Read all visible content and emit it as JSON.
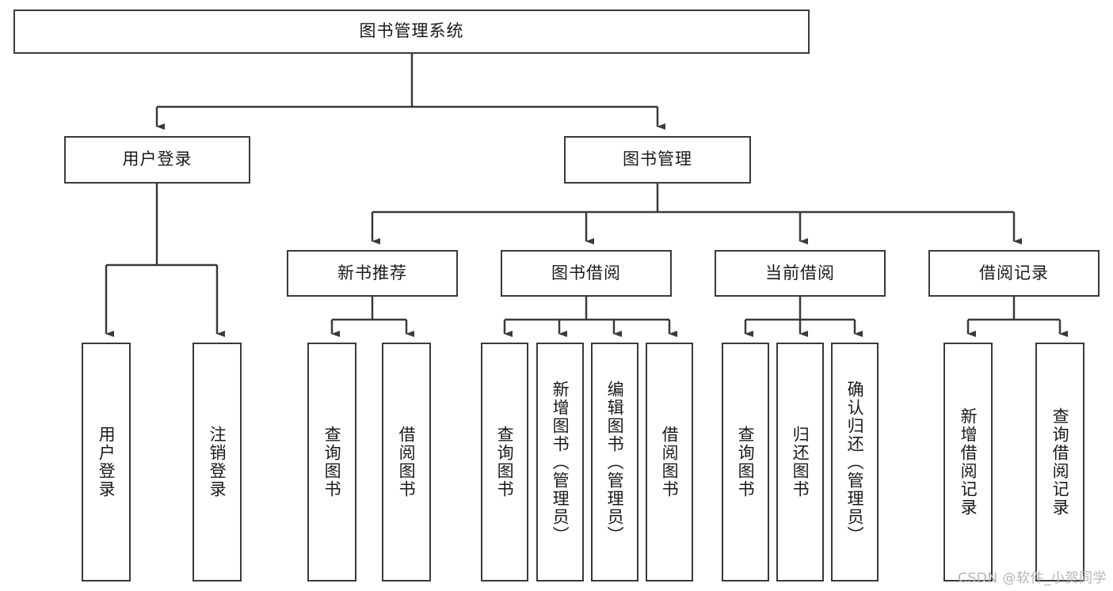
{
  "diagram": {
    "type": "tree-hierarchy-chart",
    "title": "图书管理系统",
    "stroke_color": "#3a3a3a",
    "fill_color": "#ffffff",
    "text_color": "#1a1a1a",
    "levels": {
      "root": {
        "label": "图书管理系统"
      },
      "level2": [
        {
          "id": "user-login",
          "label": "用户登录"
        },
        {
          "id": "book-manage",
          "label": "图书管理"
        }
      ],
      "level3": [
        {
          "id": "new-book-rec",
          "label": "新书推荐",
          "parent": "book-manage"
        },
        {
          "id": "book-borrow",
          "label": "图书借阅",
          "parent": "book-manage"
        },
        {
          "id": "current-borrow",
          "label": "当前借阅",
          "parent": "book-manage"
        },
        {
          "id": "borrow-record",
          "label": "借阅记录",
          "parent": "book-manage"
        }
      ],
      "leaves": [
        {
          "id": "leaf-user-login",
          "label": "用户登录",
          "parent": "user-login"
        },
        {
          "id": "leaf-logout",
          "label": "注销登录",
          "parent": "user-login"
        },
        {
          "id": "leaf-query-book-1",
          "label": "查询图书",
          "parent": "new-book-rec"
        },
        {
          "id": "leaf-borrow-book-1",
          "label": "借阅图书",
          "parent": "new-book-rec"
        },
        {
          "id": "leaf-query-book-2",
          "label": "查询图书",
          "parent": "book-borrow"
        },
        {
          "id": "leaf-add-book",
          "label": "新增图书（管理员）",
          "parent": "book-borrow"
        },
        {
          "id": "leaf-edit-book",
          "label": "编辑图书（管理员）",
          "parent": "book-borrow"
        },
        {
          "id": "leaf-borrow-book-2",
          "label": "借阅图书",
          "parent": "book-borrow"
        },
        {
          "id": "leaf-query-book-3",
          "label": "查询图书",
          "parent": "current-borrow"
        },
        {
          "id": "leaf-return-book",
          "label": "归还图书",
          "parent": "current-borrow"
        },
        {
          "id": "leaf-confirm-return",
          "label": "确认归还（管理员）",
          "parent": "current-borrow"
        },
        {
          "id": "leaf-add-record",
          "label": "新增借阅记录",
          "parent": "borrow-record"
        },
        {
          "id": "leaf-query-record",
          "label": "查询借阅记录",
          "parent": "borrow-record"
        }
      ]
    }
  },
  "watermark": {
    "text": "CSDN @软件_小贺同学"
  }
}
